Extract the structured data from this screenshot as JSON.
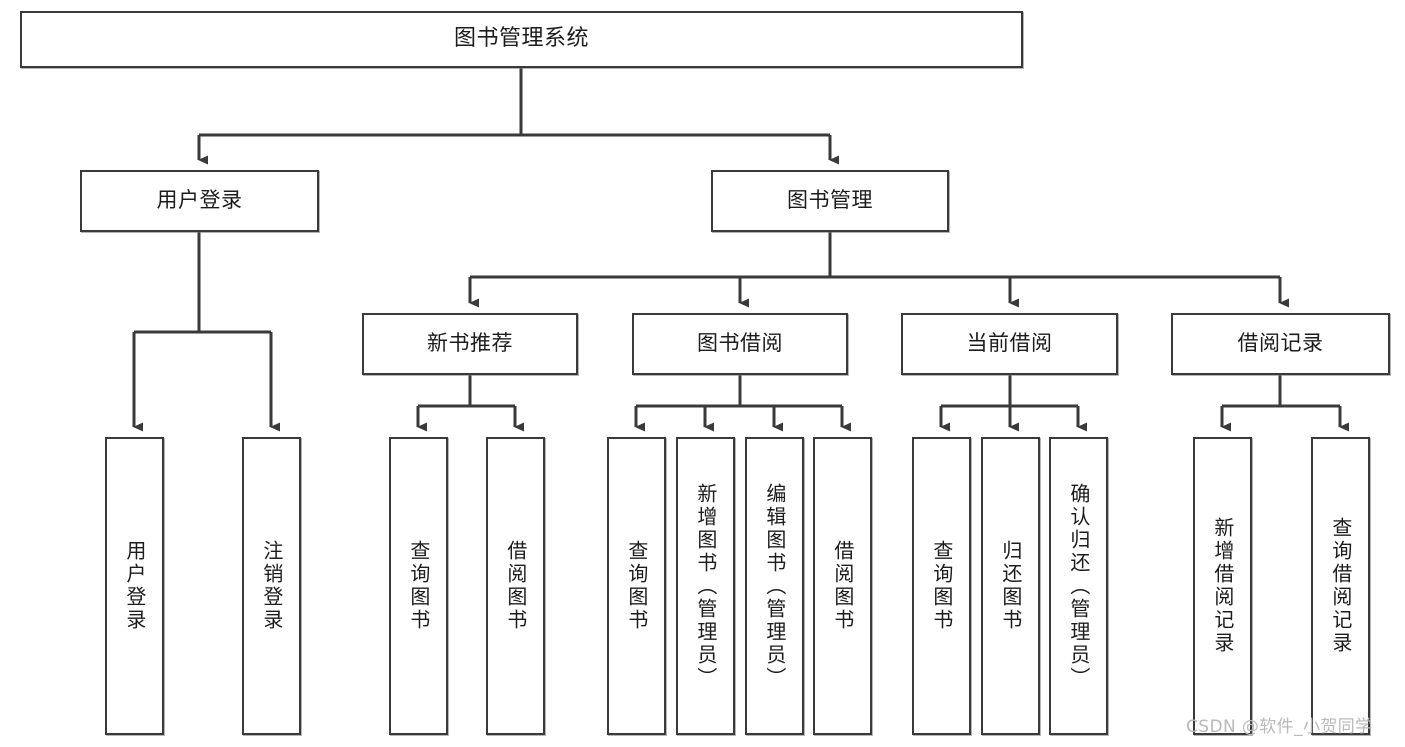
{
  "diagram": {
    "type": "tree-hierarchy",
    "title": "图书管理系统",
    "orientation": "top-down",
    "watermark": "CSDN @软件_小贺同学",
    "colors": {
      "box_border": "#3a3a3a",
      "box_fill": "#ffffff",
      "text": "#1c1c1c",
      "connector": "#3a3a3a",
      "watermark": "#b9b9b9",
      "background": "#ffffff"
    },
    "levels": {
      "root": {
        "label": "图书管理系统"
      },
      "level2": [
        {
          "id": "user-login",
          "label": "用户登录"
        },
        {
          "id": "book-manage",
          "label": "图书管理"
        }
      ],
      "level3": [
        {
          "id": "new-book-recommend",
          "label": "新书推荐",
          "parent": "book-manage"
        },
        {
          "id": "book-borrow",
          "label": "图书借阅",
          "parent": "book-manage"
        },
        {
          "id": "current-borrow",
          "label": "当前借阅",
          "parent": "book-manage"
        },
        {
          "id": "borrow-record",
          "label": "借阅记录",
          "parent": "book-manage"
        }
      ],
      "leaves": [
        {
          "id": "leaf-user-login",
          "label": "用户登录",
          "parent": "user-login"
        },
        {
          "id": "leaf-user-logout",
          "label": "注销登录",
          "parent": "user-login"
        },
        {
          "id": "leaf-query-book-1",
          "label": "查询图书",
          "parent": "new-book-recommend"
        },
        {
          "id": "leaf-borrow-book-1",
          "label": "借阅图书",
          "parent": "new-book-recommend"
        },
        {
          "id": "leaf-query-book-2",
          "label": "查询图书",
          "parent": "book-borrow"
        },
        {
          "id": "leaf-add-book",
          "label": "新增图书（管理员）",
          "parent": "book-borrow"
        },
        {
          "id": "leaf-edit-book",
          "label": "编辑图书（管理员）",
          "parent": "book-borrow"
        },
        {
          "id": "leaf-borrow-book-2",
          "label": "借阅图书",
          "parent": "book-borrow"
        },
        {
          "id": "leaf-query-book-3",
          "label": "查询图书",
          "parent": "current-borrow"
        },
        {
          "id": "leaf-return-book",
          "label": "归还图书",
          "parent": "current-borrow"
        },
        {
          "id": "leaf-confirm-return",
          "label": "确认归还（管理员）",
          "parent": "current-borrow"
        },
        {
          "id": "leaf-add-record",
          "label": "新增借阅记录",
          "parent": "borrow-record"
        },
        {
          "id": "leaf-query-record",
          "label": "查询借阅记录",
          "parent": "borrow-record"
        }
      ]
    }
  }
}
